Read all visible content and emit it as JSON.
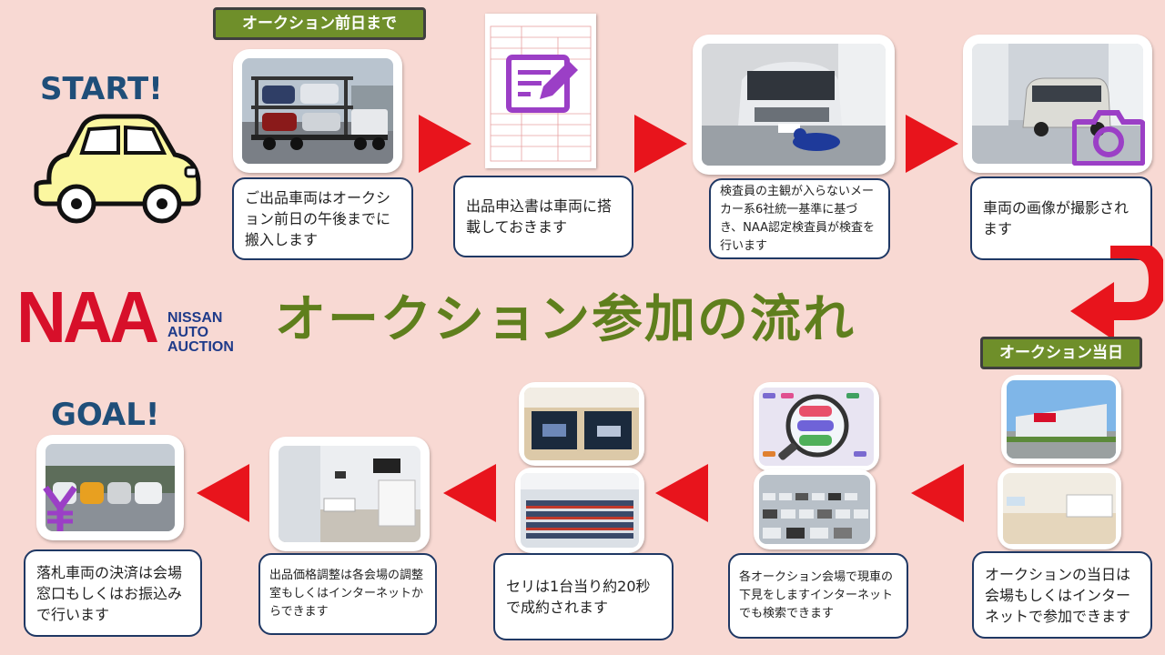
{
  "labels": {
    "start": "START!",
    "goal": "GOAL!",
    "day_before_tag": "オークション前日まで",
    "auction_day_tag": "オークション当日"
  },
  "title": "オークション参加の流れ",
  "logo": {
    "mark": "NAA",
    "line1": "NISSAN",
    "line2": "AUTO",
    "line3": "AUCTION"
  },
  "steps_top": [
    {
      "caption": "ご出品車両はオークション前日の午後までに搬入します",
      "icon": "car-carrier-truck"
    },
    {
      "caption": "出品申込書は車両に搭載しておきます",
      "icon": "application-form-edit-icon"
    },
    {
      "caption": "検査員の主観が入らないメーカー系6社統一基準に基づき、NAA認定検査員が検査を行います",
      "icon": "inspection"
    },
    {
      "caption": "車両の画像が撮影されます",
      "icon": "camera-icon"
    }
  ],
  "steps_bottom": [
    {
      "caption": "オークションの当日は会場もしくはインターネットで参加できます"
    },
    {
      "caption": "各オークション会場で現車の下見をしますインターネットでも検索できます"
    },
    {
      "caption": "セリは1台当り約20秒で成約されます"
    },
    {
      "caption": "出品価格調整は各会場の調整室もしくはインターネットからできます"
    },
    {
      "caption": "落札車両の決済は会場窓口もしくはお振込みで行います",
      "icon": "yen-icon"
    }
  ],
  "colors": {
    "background": "#f8d9d3",
    "tag": "#6f8f2a",
    "title": "#5f7f1d",
    "arrow": "#e8141c",
    "logo": "#d70f2a",
    "logo_text": "#1f3b8a",
    "accent_purple": "#9b3fc6",
    "car": "#fbf7a0"
  }
}
